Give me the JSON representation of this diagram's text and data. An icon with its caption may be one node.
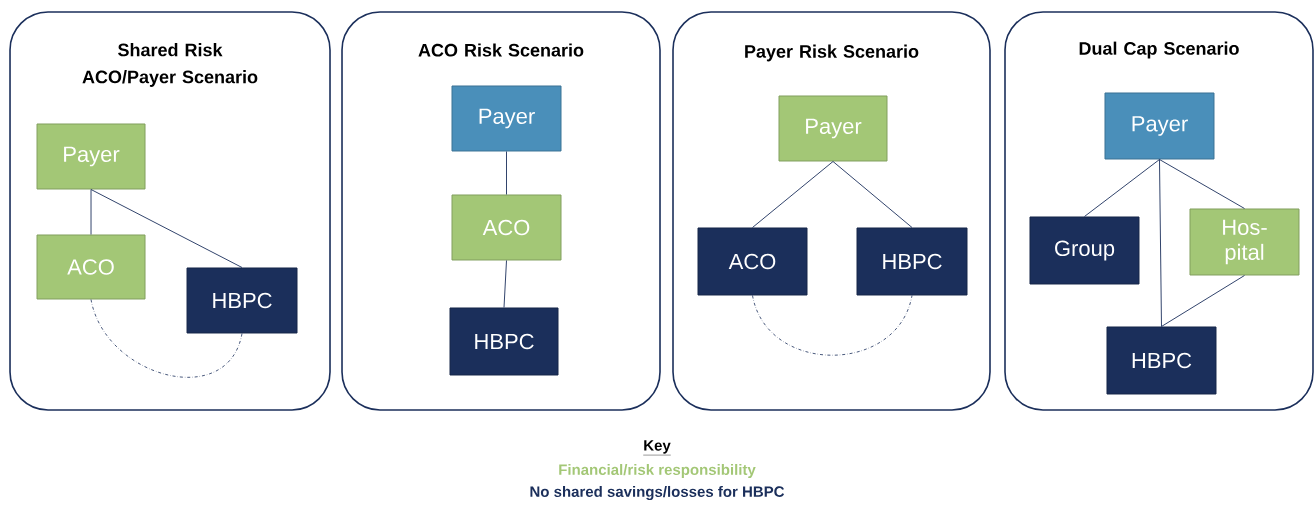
{
  "diagram": {
    "nodes": [
      {
        "text": [
          "Shared Risk ACO/Payer Scenario"
        ]
      },
      {
        "text": [
          "Payer"
        ],
        "in": 0
      },
      {
        "text": [
          "ACO"
        ],
        "in": 0
      },
      {
        "text": [
          "HBPC"
        ],
        "in": 0
      },
      {
        "text": [
          "ACO Risk Scenario"
        ]
      },
      {
        "text": [
          "Payer"
        ],
        "in": 4
      },
      {
        "text": [
          "ACO"
        ],
        "in": 4
      },
      {
        "text": [
          "HBPC"
        ],
        "in": 4
      },
      {
        "text": [
          "Payer Risk Scenario"
        ]
      },
      {
        "text": [
          "Payer"
        ],
        "in": 8
      },
      {
        "text": [
          "ACO"
        ],
        "in": 8
      },
      {
        "text": [
          "HBPC"
        ],
        "in": 8
      },
      {
        "text": [
          "Dual Cap Scenario"
        ]
      },
      {
        "text": [
          "Payer"
        ],
        "in": 12
      },
      {
        "text": [
          "Group"
        ],
        "in": 12
      },
      {
        "text": [
          "Hos- pital"
        ],
        "in": 12
      },
      {
        "text": [
          "HBPC"
        ],
        "in": 12
      }
    ],
    "edges": [
      {
        "from": 1,
        "to": 2,
        "arrow": "none"
      },
      {
        "from": 1,
        "to": 3,
        "arrow": "none"
      },
      {
        "from": 2,
        "to": 3,
        "arrow": "none",
        "style": "dashed"
      },
      {
        "from": 5,
        "to": 6,
        "arrow": "none"
      },
      {
        "from": 6,
        "to": 7,
        "arrow": "none"
      },
      {
        "from": 9,
        "to": 10,
        "arrow": "none"
      },
      {
        "from": 9,
        "to": 11,
        "arrow": "none"
      },
      {
        "from": 10,
        "to": 11,
        "arrow": "none",
        "style": "dashed"
      },
      {
        "from": 13,
        "to": 14,
        "arrow": "none"
      },
      {
        "from": 13,
        "to": 16,
        "arrow": "none"
      },
      {
        "from": 13,
        "to": 15,
        "arrow": "none"
      },
      {
        "from": 15,
        "to": 16,
        "arrow": "none"
      }
    ],
    "labels": [
      "Key"
    ],
    "legend": [
      {
        "text": "Financial/risk responsibility",
        "color": "#a3c776"
      },
      {
        "text": "No shared savings/losses for HBPC",
        "color": "#1b2f5b"
      }
    ]
  }
}
